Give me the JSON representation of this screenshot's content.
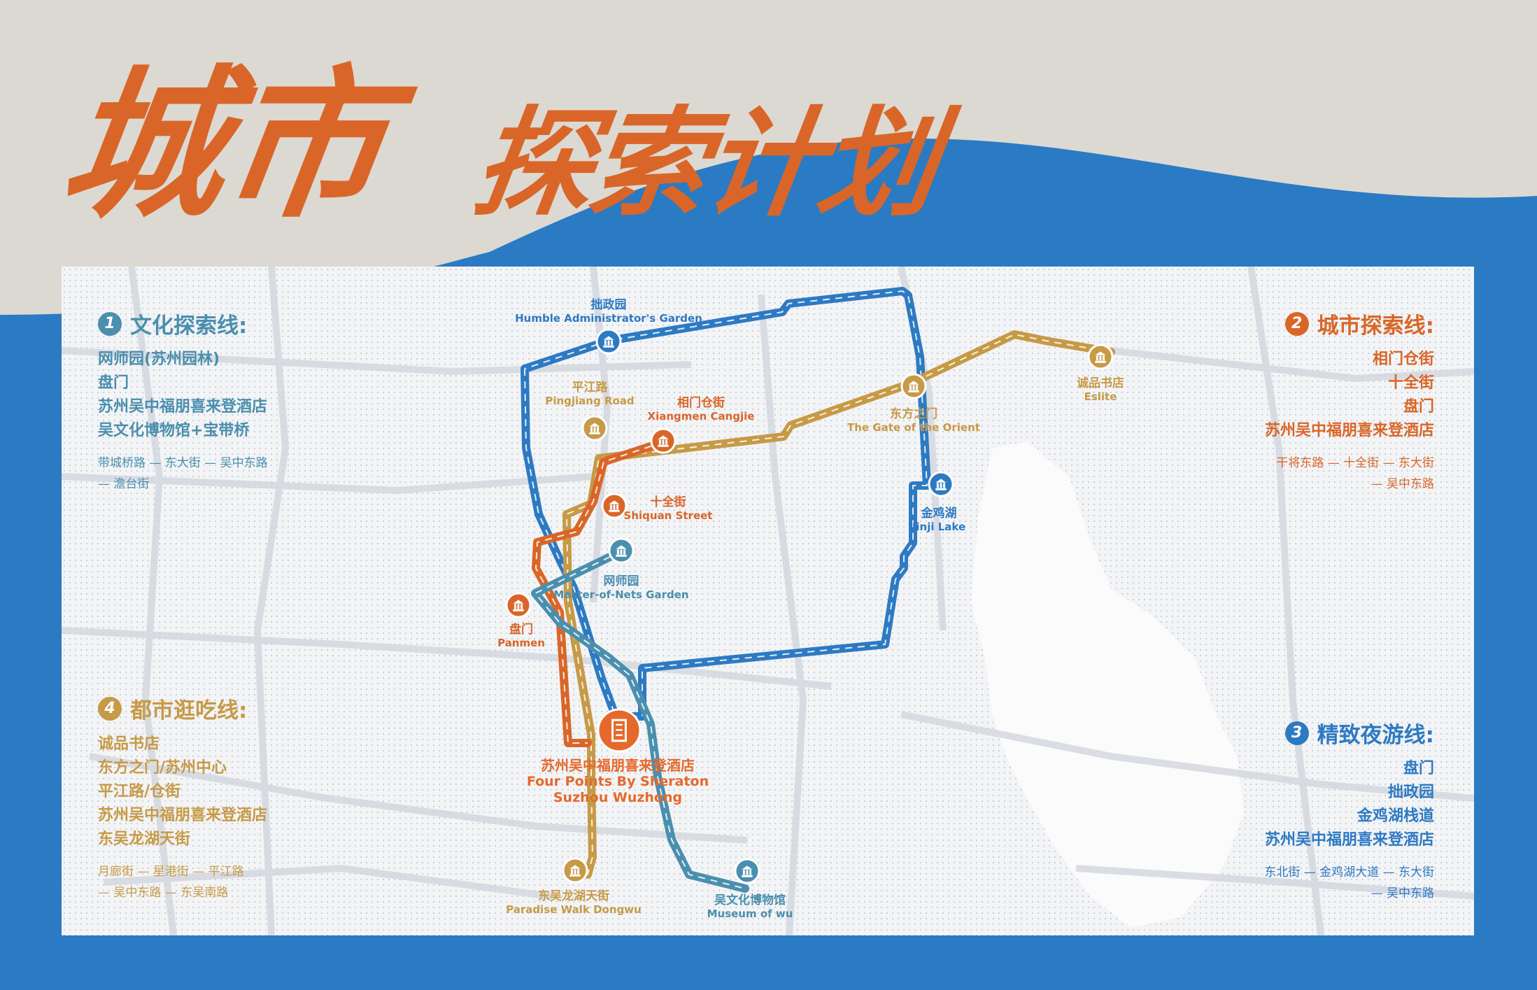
{
  "title": {
    "part1": "城市",
    "part2": "探索计划"
  },
  "colors": {
    "route1": "#4a8fae",
    "route2": "#d96628",
    "route3": "#2d7ac3",
    "route4": "#c69a46",
    "hotel": "#e5692b",
    "title": "#d96628",
    "blue_band": "#2b7ac4"
  },
  "legends": [
    {
      "num": "1",
      "title": "文化探索线:",
      "color": "#4a8fae",
      "align": "left",
      "items": [
        "网师园(苏州园林)",
        "盘门",
        "苏州吴中福朋喜来登酒店",
        "吴文化博物馆+宝带桥"
      ],
      "roads": "带城桥路 — 东大街 — 吴中东路\n— 澹台街"
    },
    {
      "num": "2",
      "title": "城市探索线:",
      "color": "#d96628",
      "align": "right",
      "items": [
        "相门仓街",
        "十全街",
        "盘门",
        "苏州吴中福朋喜来登酒店"
      ],
      "roads": "干将东路 — 十全街 — 东大街\n— 吴中东路"
    },
    {
      "num": "3",
      "title": "精致夜游线:",
      "color": "#2d7ac3",
      "align": "right",
      "items": [
        "盘门",
        "拙政园",
        "金鸡湖栈道",
        "苏州吴中福朋喜来登酒店"
      ],
      "roads": "东北街 — 金鸡湖大道 — 东大街\n— 吴中东路"
    },
    {
      "num": "4",
      "title": "都市逛吃线:",
      "color": "#c69a46",
      "align": "left",
      "items": [
        "诚品书店",
        "东方之门/苏州中心",
        "平江路/仓街",
        "苏州吴中福朋喜来登酒店",
        "东吴龙湖天街"
      ],
      "roads": "月廊街 — 星港街 — 平江路\n— 吴中东路 — 东吴南路"
    }
  ],
  "places": [
    {
      "id": "humble",
      "zh": "拙政园",
      "en": "Humble Administrator's Garden",
      "color": "#2d7ac3",
      "icon": "museum-icon"
    },
    {
      "id": "pingjiang",
      "zh": "平江路",
      "en": "Pingjiang Road",
      "color": "#c69a46",
      "icon": "museum-icon"
    },
    {
      "id": "xiangmen",
      "zh": "相门仓街",
      "en": "Xiangmen Cangjie",
      "color": "#d96628",
      "icon": "museum-icon"
    },
    {
      "id": "shiquan",
      "zh": "十全街",
      "en": "Shiquan Street",
      "color": "#d96628",
      "icon": "museum-icon"
    },
    {
      "id": "nets",
      "zh": "网师园",
      "en": "Master-of-Nets Garden",
      "color": "#4a8fae",
      "icon": "museum-icon"
    },
    {
      "id": "panmen",
      "zh": "盘门",
      "en": "Panmen",
      "color": "#d96628",
      "icon": "museum-icon"
    },
    {
      "id": "orient",
      "zh": "东方之门",
      "en": "The Gate of the Orient",
      "color": "#c69a46",
      "icon": "museum-icon"
    },
    {
      "id": "eslite",
      "zh": "诚品书店",
      "en": "Eslite",
      "color": "#c69a46",
      "icon": "museum-icon"
    },
    {
      "id": "jinji",
      "zh": "金鸡湖",
      "en": "Jinji Lake",
      "color": "#2d7ac3",
      "icon": "museum-icon"
    },
    {
      "id": "hotel",
      "zh": "苏州吴中福朋喜来登酒店",
      "en": "Four Points By Sheraton\nSuzhou Wuzhong",
      "color": "#e5692b",
      "icon": "hotel-icon"
    },
    {
      "id": "paradise",
      "zh": "东吴龙湖天街",
      "en": "Paradise Walk Dongwu",
      "color": "#c69a46",
      "icon": "museum-icon"
    },
    {
      "id": "wumuseum",
      "zh": "吴文化博物馆",
      "en": "Museum of wu",
      "color": "#4a8fae",
      "icon": "museum-icon"
    }
  ]
}
